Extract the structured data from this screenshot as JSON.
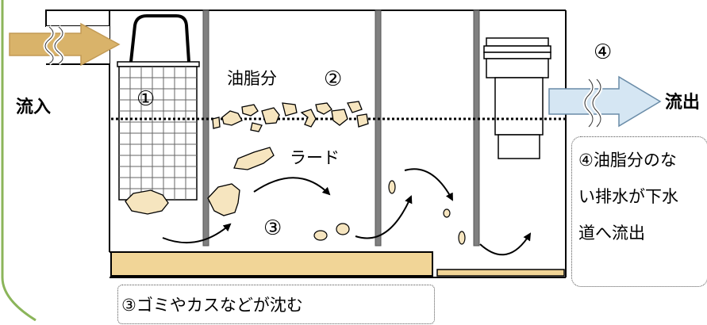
{
  "labels": {
    "inflow": "流入",
    "outflow": "流出",
    "grease": "油脂分",
    "lard": "ラード",
    "num1": "①",
    "num2": "②",
    "num3": "③",
    "num4": "④"
  },
  "notes": {
    "outflow_lines": [
      "④油脂分のな",
      "い排水が下水",
      "道へ流出"
    ],
    "sink": "③ゴミやカスなどが沈む"
  },
  "colors": {
    "frame_green": "#8bb55a",
    "arrow_gold": "#d9b36a",
    "arrow_blue": "#d5e6f3",
    "sediment": "#f1d597",
    "debris": "#f6e5bf",
    "partition": "#808080"
  }
}
